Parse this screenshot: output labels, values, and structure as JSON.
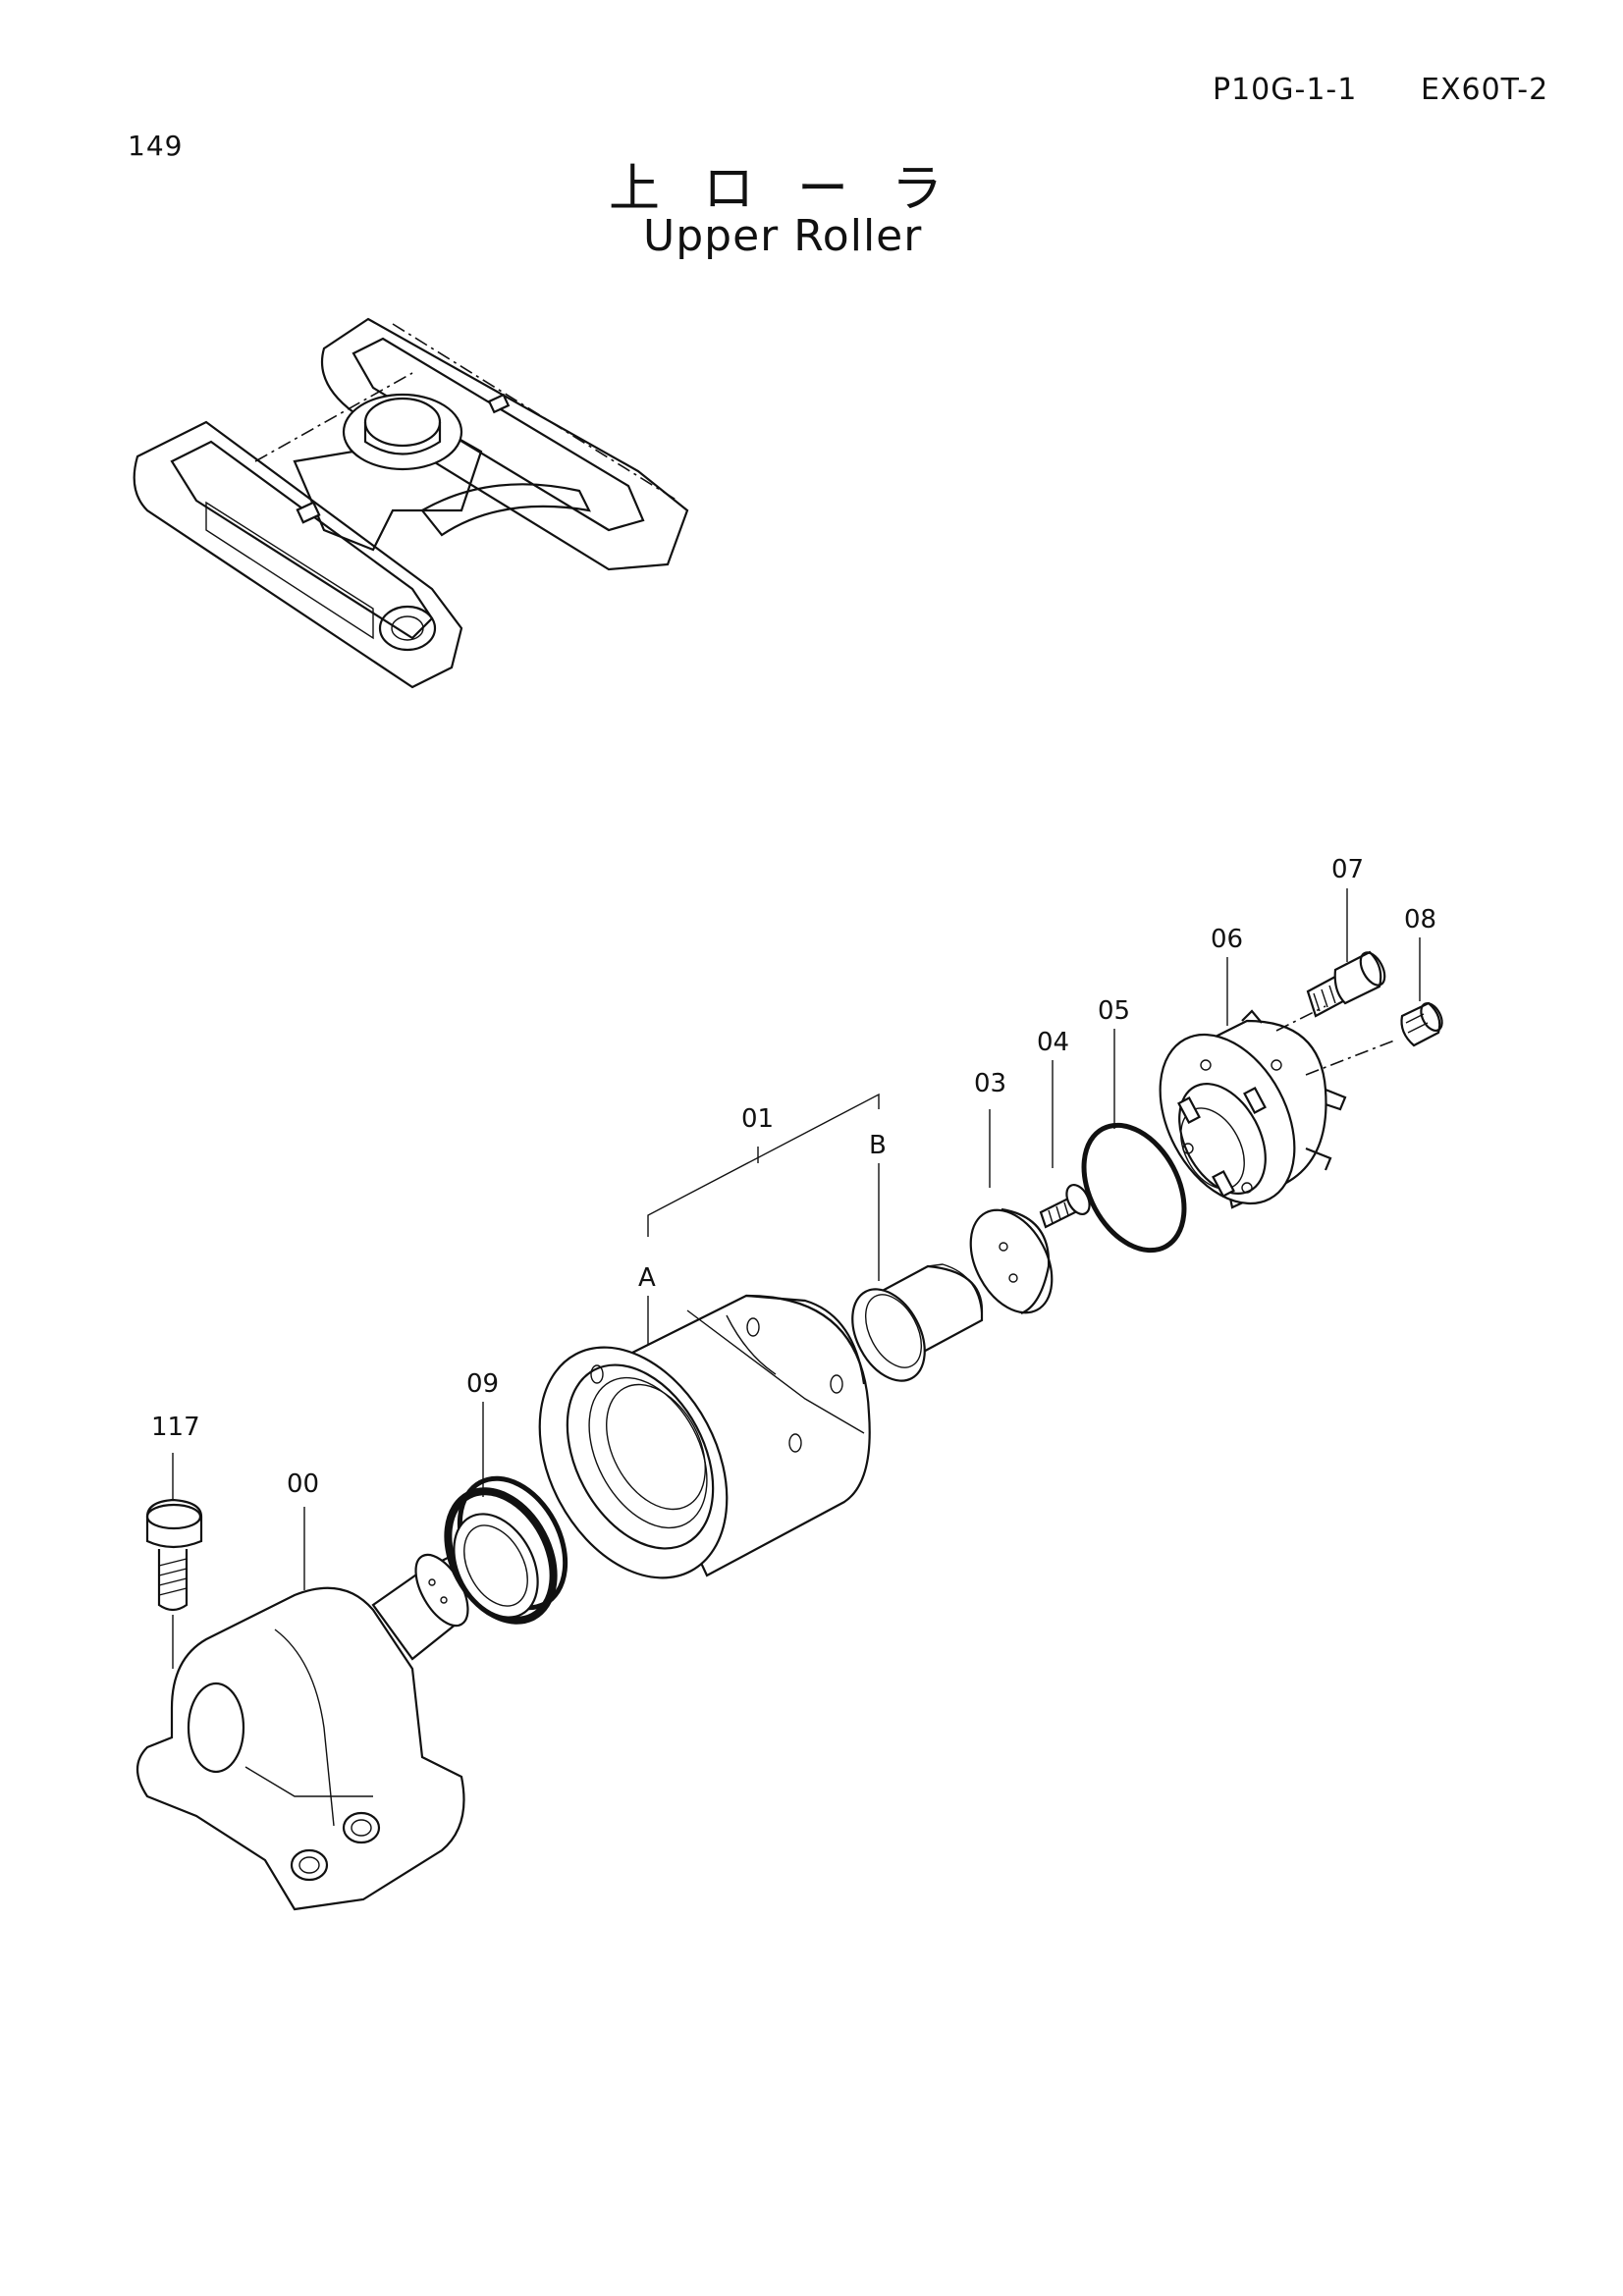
{
  "header": {
    "page_number": "149",
    "ref_code": "P10G-1-1",
    "model": "EX60T-2"
  },
  "title": {
    "japanese": "上ローラ",
    "english": "Upper Roller"
  },
  "parts": {
    "p00": "00",
    "p01": "01",
    "p01a": "A",
    "p01b": "B",
    "p03": "03",
    "p04": "04",
    "p05": "05",
    "p06": "06",
    "p07": "07",
    "p08": "08",
    "p09": "09",
    "p117": "117"
  }
}
